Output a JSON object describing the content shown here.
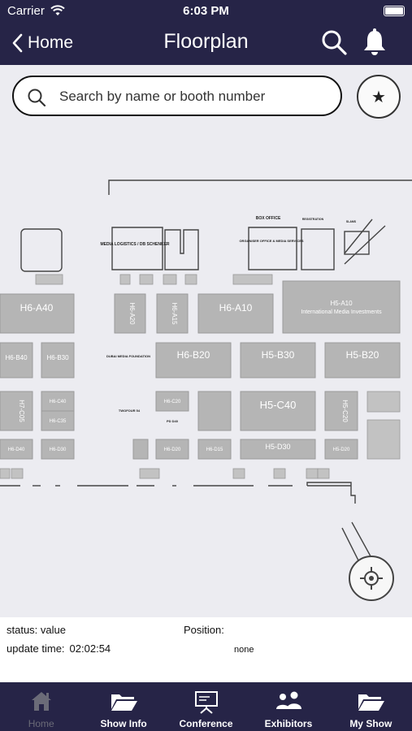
{
  "status_bar": {
    "carrier": "Carrier",
    "time": "6:03 PM"
  },
  "nav": {
    "back_label": "Home",
    "title": "Floorplan"
  },
  "search": {
    "placeholder": "Search by name or booth number"
  },
  "favorites_icon": "star-icon",
  "map": {
    "booths": [
      {
        "id": "H6-A40",
        "label": "H6-A40"
      },
      {
        "id": "H6-A20",
        "label": "H6-A20"
      },
      {
        "id": "H6-A15",
        "label": "H6-A15"
      },
      {
        "id": "H6-A10",
        "label": "H6-A10"
      },
      {
        "id": "H5-A10",
        "label": "H5-A10",
        "sub": "International Media Investments"
      },
      {
        "id": "H6-B40",
        "label": "H6-B40"
      },
      {
        "id": "H6-B30",
        "label": "H6-B30"
      },
      {
        "id": "H6-B20",
        "label": "H6-B20"
      },
      {
        "id": "H5-B30",
        "label": "H5-B30"
      },
      {
        "id": "H5-B20",
        "label": "H5-B20"
      },
      {
        "id": "H6-C40",
        "label": "H6-C40"
      },
      {
        "id": "H6-C35",
        "label": "H6-C35"
      },
      {
        "id": "H7-C05",
        "label": "H7-C05"
      },
      {
        "id": "H6-C20",
        "label": "H6-C20"
      },
      {
        "id": "H5-C40",
        "label": "H5-C40"
      },
      {
        "id": "H5-C20",
        "label": "H5-C20"
      },
      {
        "id": "H6-D40",
        "label": "H6-D40"
      },
      {
        "id": "H6-D30",
        "label": "H6-D30"
      },
      {
        "id": "H6-D20",
        "label": "H6-D20"
      },
      {
        "id": "H6-D15",
        "label": "H6-D15"
      },
      {
        "id": "H5-D30",
        "label": "H5-D30"
      },
      {
        "id": "H5-D20",
        "label": "H5-D20"
      }
    ],
    "room_labels": {
      "media": "MEDIA LOGISTICS / DB SCHENKER",
      "box_office": "BOX OFFICE",
      "registration": "REGISTRATION",
      "organiser": "ORGANISER OFFICE & MEDIA SERVICES",
      "dubai": "DUBAI MEDIA FOUNDATION",
      "twofour": "TWOFOUR 54",
      "pd": "PD D40",
      "slams": "SLAMS"
    }
  },
  "info": {
    "status_label": "status: value",
    "update_label": "update time:",
    "update_value": "02:02:54",
    "position_label": "Position:",
    "position_value": "none"
  },
  "tabs": [
    {
      "label": "Home",
      "icon": "home-icon",
      "active": true
    },
    {
      "label": "Show Info",
      "icon": "folder-icon",
      "active": false
    },
    {
      "label": "Conference",
      "icon": "presentation-board-icon",
      "active": false
    },
    {
      "label": "Exhibitors",
      "icon": "people-icon",
      "active": false
    },
    {
      "label": "My Show",
      "icon": "folder-icon",
      "active": false
    }
  ],
  "colors": {
    "nav_bg": "#262447",
    "booth_fill": "#b5b5b5",
    "map_bg": "#ececf1",
    "tab_inactive": "#6b6b78"
  }
}
